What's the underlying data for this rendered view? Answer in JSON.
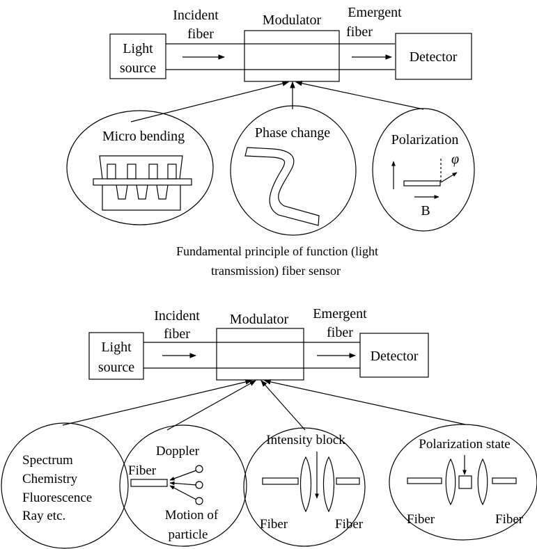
{
  "diagram1": {
    "light_source": [
      "Light",
      "source"
    ],
    "incident_fiber": [
      "Incident",
      "fiber"
    ],
    "modulator": "Modulator",
    "emergent_fiber": [
      "Emergent",
      "fiber"
    ],
    "detector": "Detector",
    "circles": {
      "micro_bending": "Micro bending",
      "phase_change": "Phase change",
      "polarization": "Polarization",
      "phi": "φ",
      "b": "B"
    },
    "caption": [
      "Fundamental principle of function (light",
      "transmission)  fiber sensor"
    ]
  },
  "diagram2": {
    "light_source": [
      "Light",
      "source"
    ],
    "incident_fiber": [
      "Incident",
      "fiber"
    ],
    "modulator": "Modulator",
    "emergent_fiber": [
      "Emergent",
      "fiber"
    ],
    "detector": "Detector",
    "circles": {
      "spectrum": [
        "Spectrum",
        "Chemistry",
        "Fluorescence",
        "Ray etc."
      ],
      "doppler": "Doppler",
      "doppler_fiber": "Fiber",
      "motion": [
        "Motion of",
        "particle"
      ],
      "intensity_block": "Intensity block",
      "intensity_fiber_left": "Fiber",
      "intensity_fiber_right": "Fiber",
      "polarization_state": "Polarization state",
      "pol_fiber_left": "Fiber",
      "pol_fiber_right": "Fiber"
    }
  }
}
